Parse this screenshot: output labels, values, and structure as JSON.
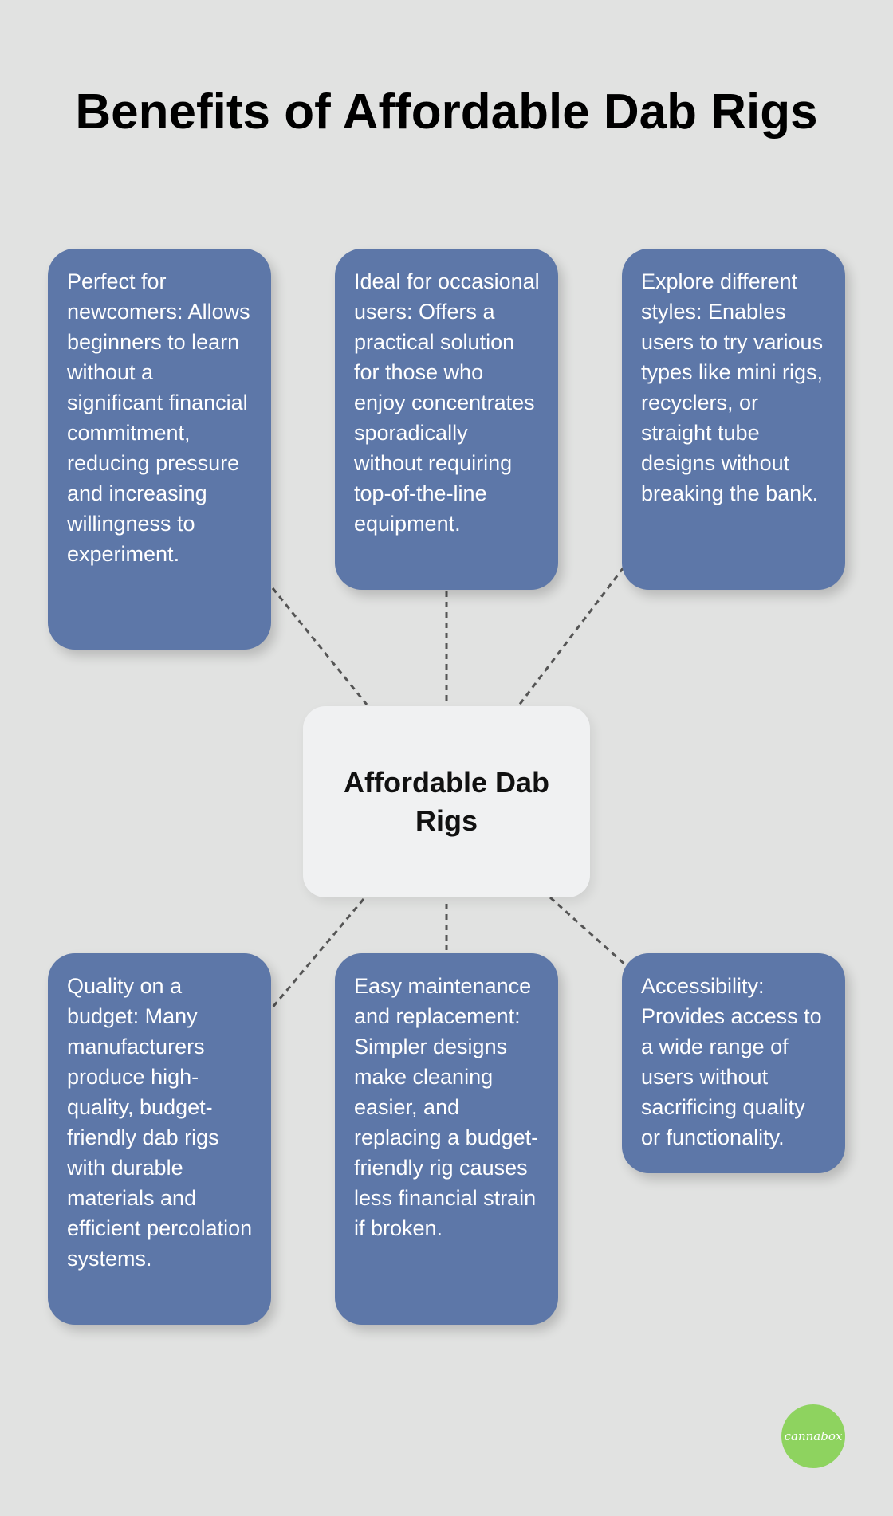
{
  "title": "Benefits of Affordable Dab Rigs",
  "center": "Affordable Dab Rigs",
  "benefits": [
    "Perfect for newcomers: Allows beginners to learn without a significant financial commitment, reducing pressure and increasing willingness to experiment.",
    "Ideal for occasional users: Offers a practical solution for those who enjoy concentrates sporadically without requiring top-of-the-line equipment.",
    "Explore different styles: Enables users to try various types like mini rigs, recyclers, or straight tube designs without breaking the bank.",
    "Quality on a budget: Many manufacturers produce high-quality, budget-friendly dab rigs with durable materials and efficient percolation systems.",
    "Easy maintenance and replacement: Simpler designs make cleaning easier, and replacing a budget-friendly rig causes less financial strain if broken.",
    "Accessibility: Provides access to a wide range of users without sacrificing quality or functionality."
  ],
  "logo": "cannabox",
  "colors": {
    "box": "#5d77a8",
    "background": "#e1e2e1",
    "center": "#f0f1f2",
    "logo": "#8ed35f"
  }
}
